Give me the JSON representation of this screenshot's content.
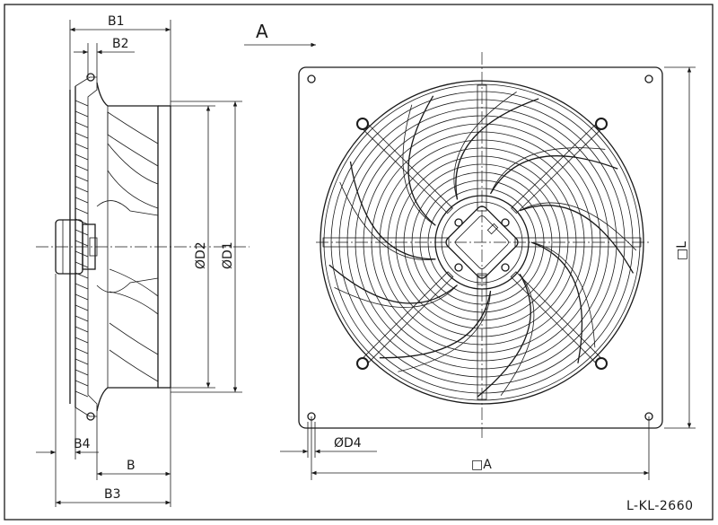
{
  "labels": {
    "b1": "B1",
    "b2": "B2",
    "b3": "B3",
    "b4": "B4",
    "b": "B",
    "d1": "ØD1",
    "d2": "ØD2",
    "d4": "ØD4",
    "a_square": "□A",
    "l_square": "□L",
    "view_a": "A"
  },
  "drawing_code": "L-KL-2660"
}
